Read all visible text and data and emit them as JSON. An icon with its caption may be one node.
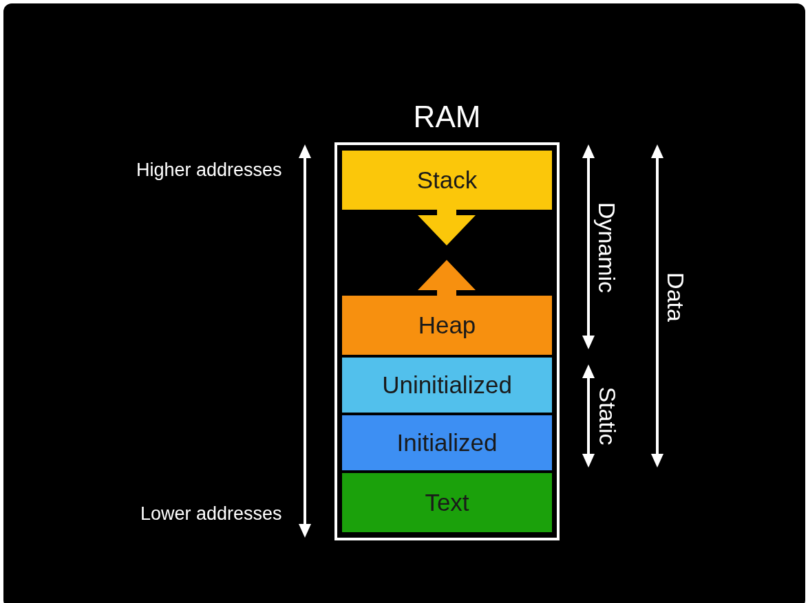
{
  "diagram": {
    "nodes": [
      {
        "text": [
          "RAM"
        ]
      },
      {
        "text": [
          "Stack"
        ],
        "in": 0
      },
      {
        "text": [
          "Heap"
        ],
        "in": 0
      },
      {
        "text": [
          "Uninitialized"
        ],
        "in": 0
      },
      {
        "text": [
          "Initialized"
        ],
        "in": 0
      },
      {
        "text": [
          "Text"
        ],
        "in": 0
      }
    ],
    "labels": [
      "Higher addresses",
      "Lower addresses",
      "Dynamic",
      "Static",
      "Data"
    ]
  }
}
